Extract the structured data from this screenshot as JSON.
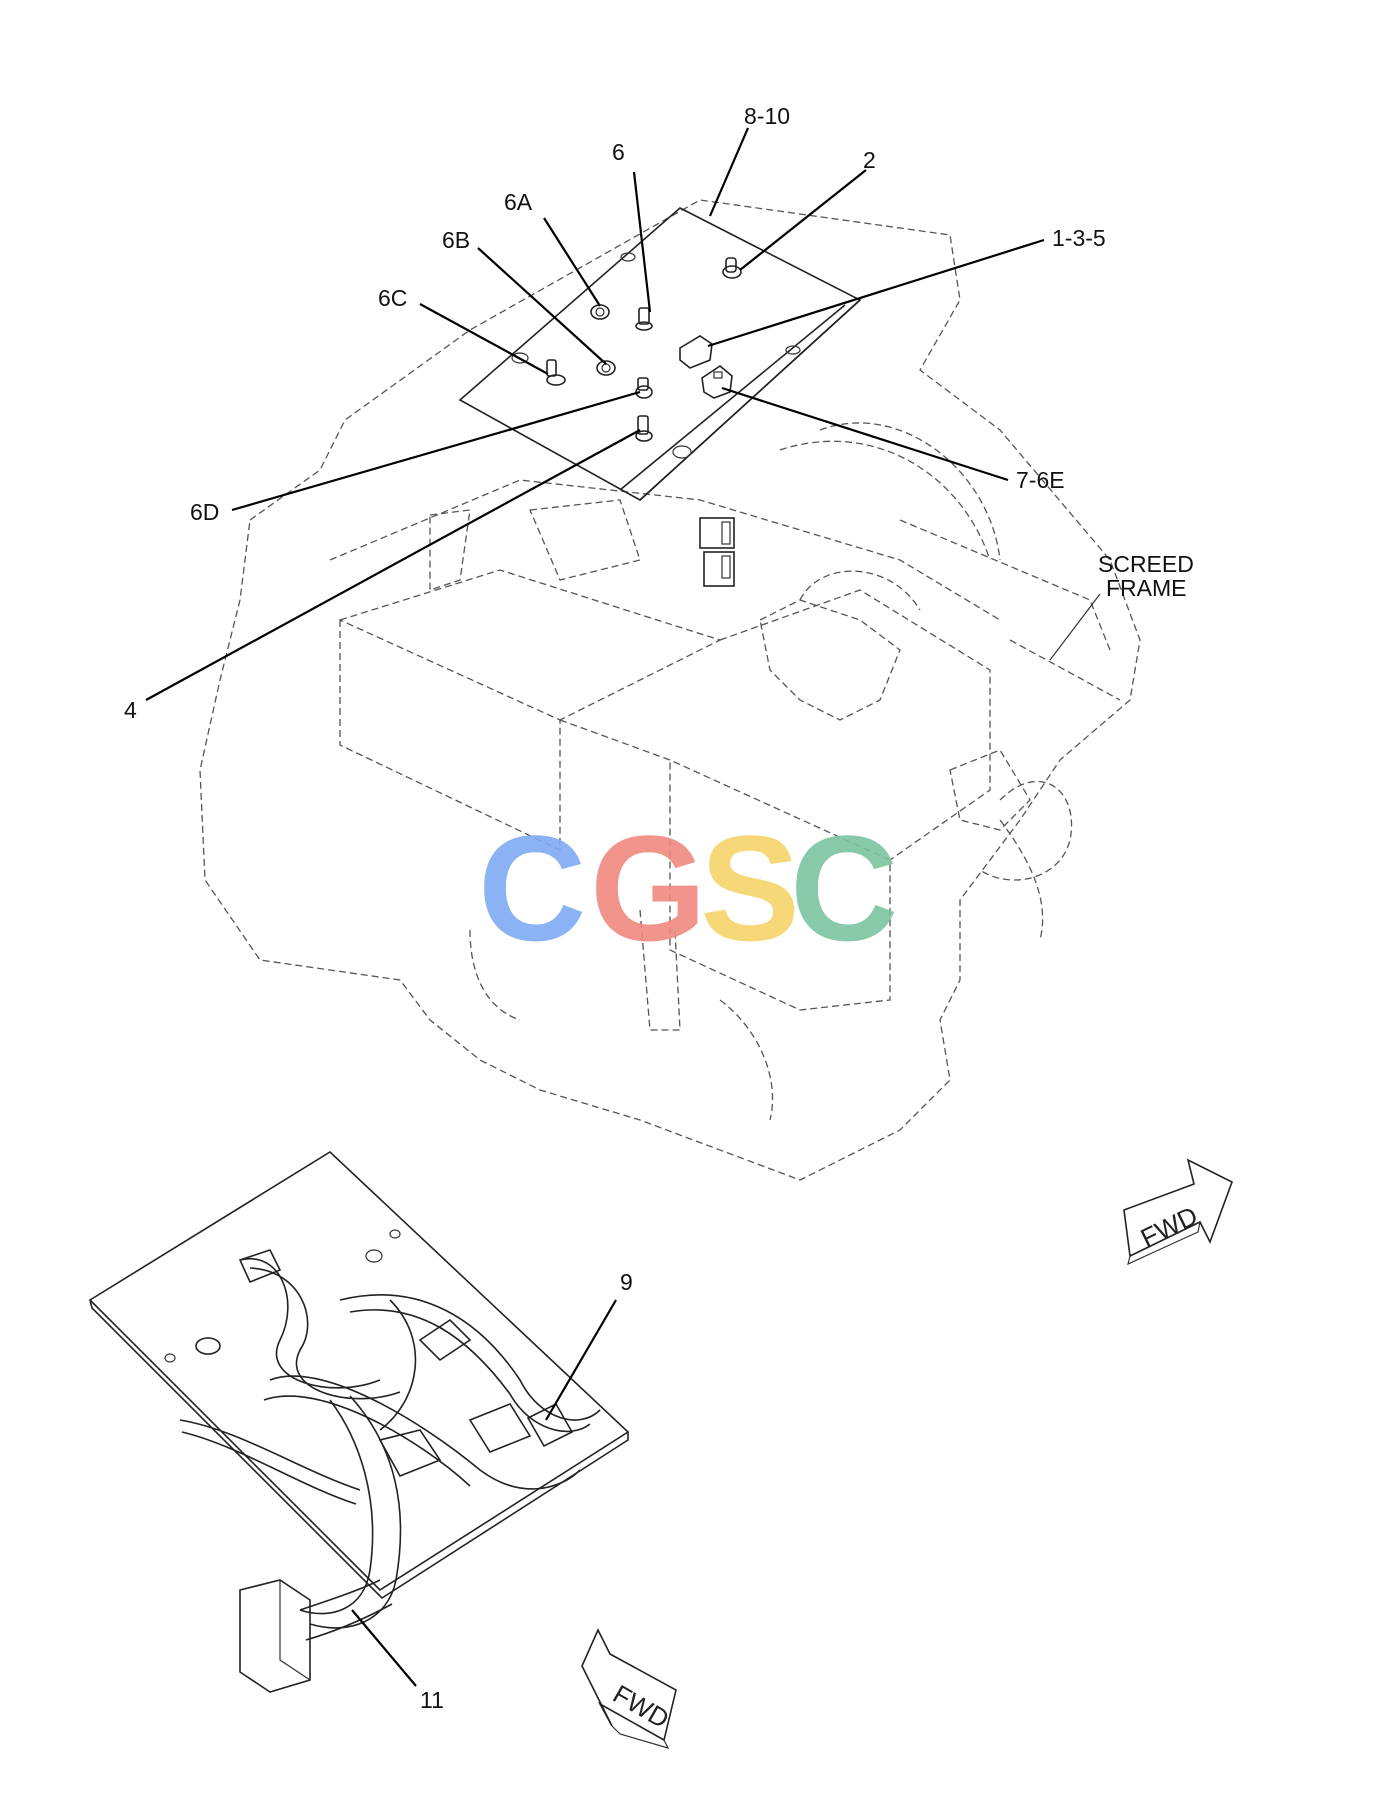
{
  "callouts": {
    "c_8_10": "8-10",
    "c_6": "6",
    "c_2": "2",
    "c_6A": "6A",
    "c_1_3_5": "1-3-5",
    "c_6B": "6B",
    "c_6C": "6C",
    "c_7_6E": "7-6E",
    "c_6D": "6D",
    "c_4": "4",
    "c_9": "9",
    "c_11": "11"
  },
  "screed_frame": {
    "line1": "SCREED",
    "line2": "FRAME"
  },
  "fwd_arrows": {
    "upper": "FWD",
    "lower": "FWD"
  },
  "watermark": {
    "letters": [
      "C",
      "G",
      "S",
      "C"
    ],
    "colors": [
      "#7eaaf5",
      "#f08a80",
      "#f7d46a",
      "#7cc4a0"
    ]
  }
}
